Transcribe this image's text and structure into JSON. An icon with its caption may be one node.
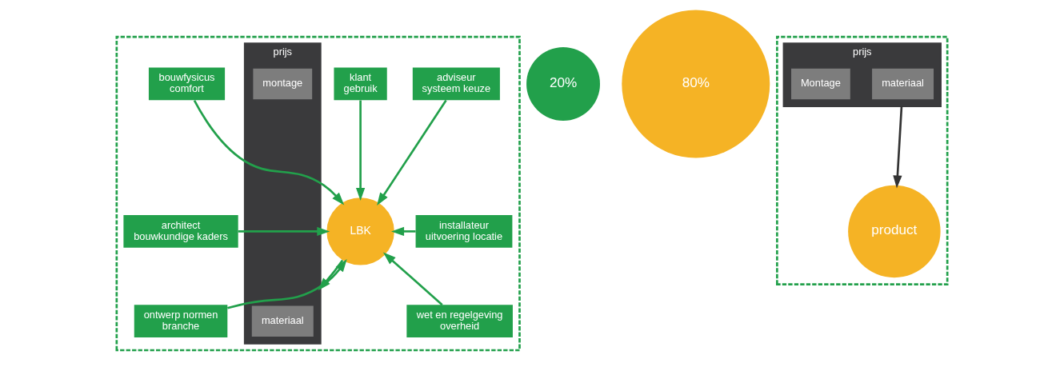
{
  "diagram": {
    "nodes": [
      {
        "text": [],
        "shape": "box"
      },
      {
        "text": [
          "adviseur",
          "systeem keuze"
        ],
        "in": 0
      },
      {
        "text": [
          "klant",
          "gebruik"
        ],
        "in": 0
      },
      {
        "text": [
          "bouwfysicus",
          "comfort"
        ],
        "in": 0
      },
      {
        "text": [
          "installateur",
          "uitvoering locatie"
        ],
        "in": 0
      },
      {
        "text": [
          "LBK"
        ],
        "in": 0
      },
      {
        "text": [
          "architect",
          "bouwkundige kaders"
        ],
        "in": 0
      },
      {
        "text": [
          "wet en regelgeving",
          "overheid"
        ],
        "in": 0
      },
      {
        "text": [
          "prijs"
        ],
        "in": 0
      },
      {
        "text": [
          "materiaal"
        ],
        "in": 8
      },
      {
        "text": [
          "montage"
        ],
        "in": 8
      },
      {
        "text": [
          "ontwerp normen",
          "branche"
        ],
        "in": 0
      },
      {
        "text": [
          "20%"
        ]
      },
      {
        "text": [
          "80%"
        ]
      },
      {
        "text": [],
        "shape": "box"
      },
      {
        "text": [
          "product"
        ],
        "in": 14
      },
      {
        "text": [
          "prijs"
        ],
        "in": 14
      },
      {
        "text": [
          "materiaal"
        ],
        "in": 16
      },
      {
        "text": [
          "Montage"
        ],
        "in": 16
      }
    ],
    "edges": [
      {
        "from": 1,
        "to": 5,
        "arrow": "to"
      },
      {
        "from": 2,
        "to": 5,
        "arrow": "to"
      },
      {
        "from": 3,
        "to": 5,
        "arrow": "to"
      },
      {
        "from": 4,
        "to": 5,
        "arrow": "to"
      },
      {
        "from": 6,
        "to": 5,
        "arrow": "to"
      },
      {
        "from": 7,
        "to": 5,
        "arrow": "to"
      },
      {
        "from": 11,
        "to": 5,
        "arrow": "to"
      },
      {
        "from": 5,
        "to": 8,
        "arrow": "to"
      },
      {
        "from": 16,
        "to": 15,
        "arrow": "to",
        "color": "#333333"
      }
    ]
  }
}
